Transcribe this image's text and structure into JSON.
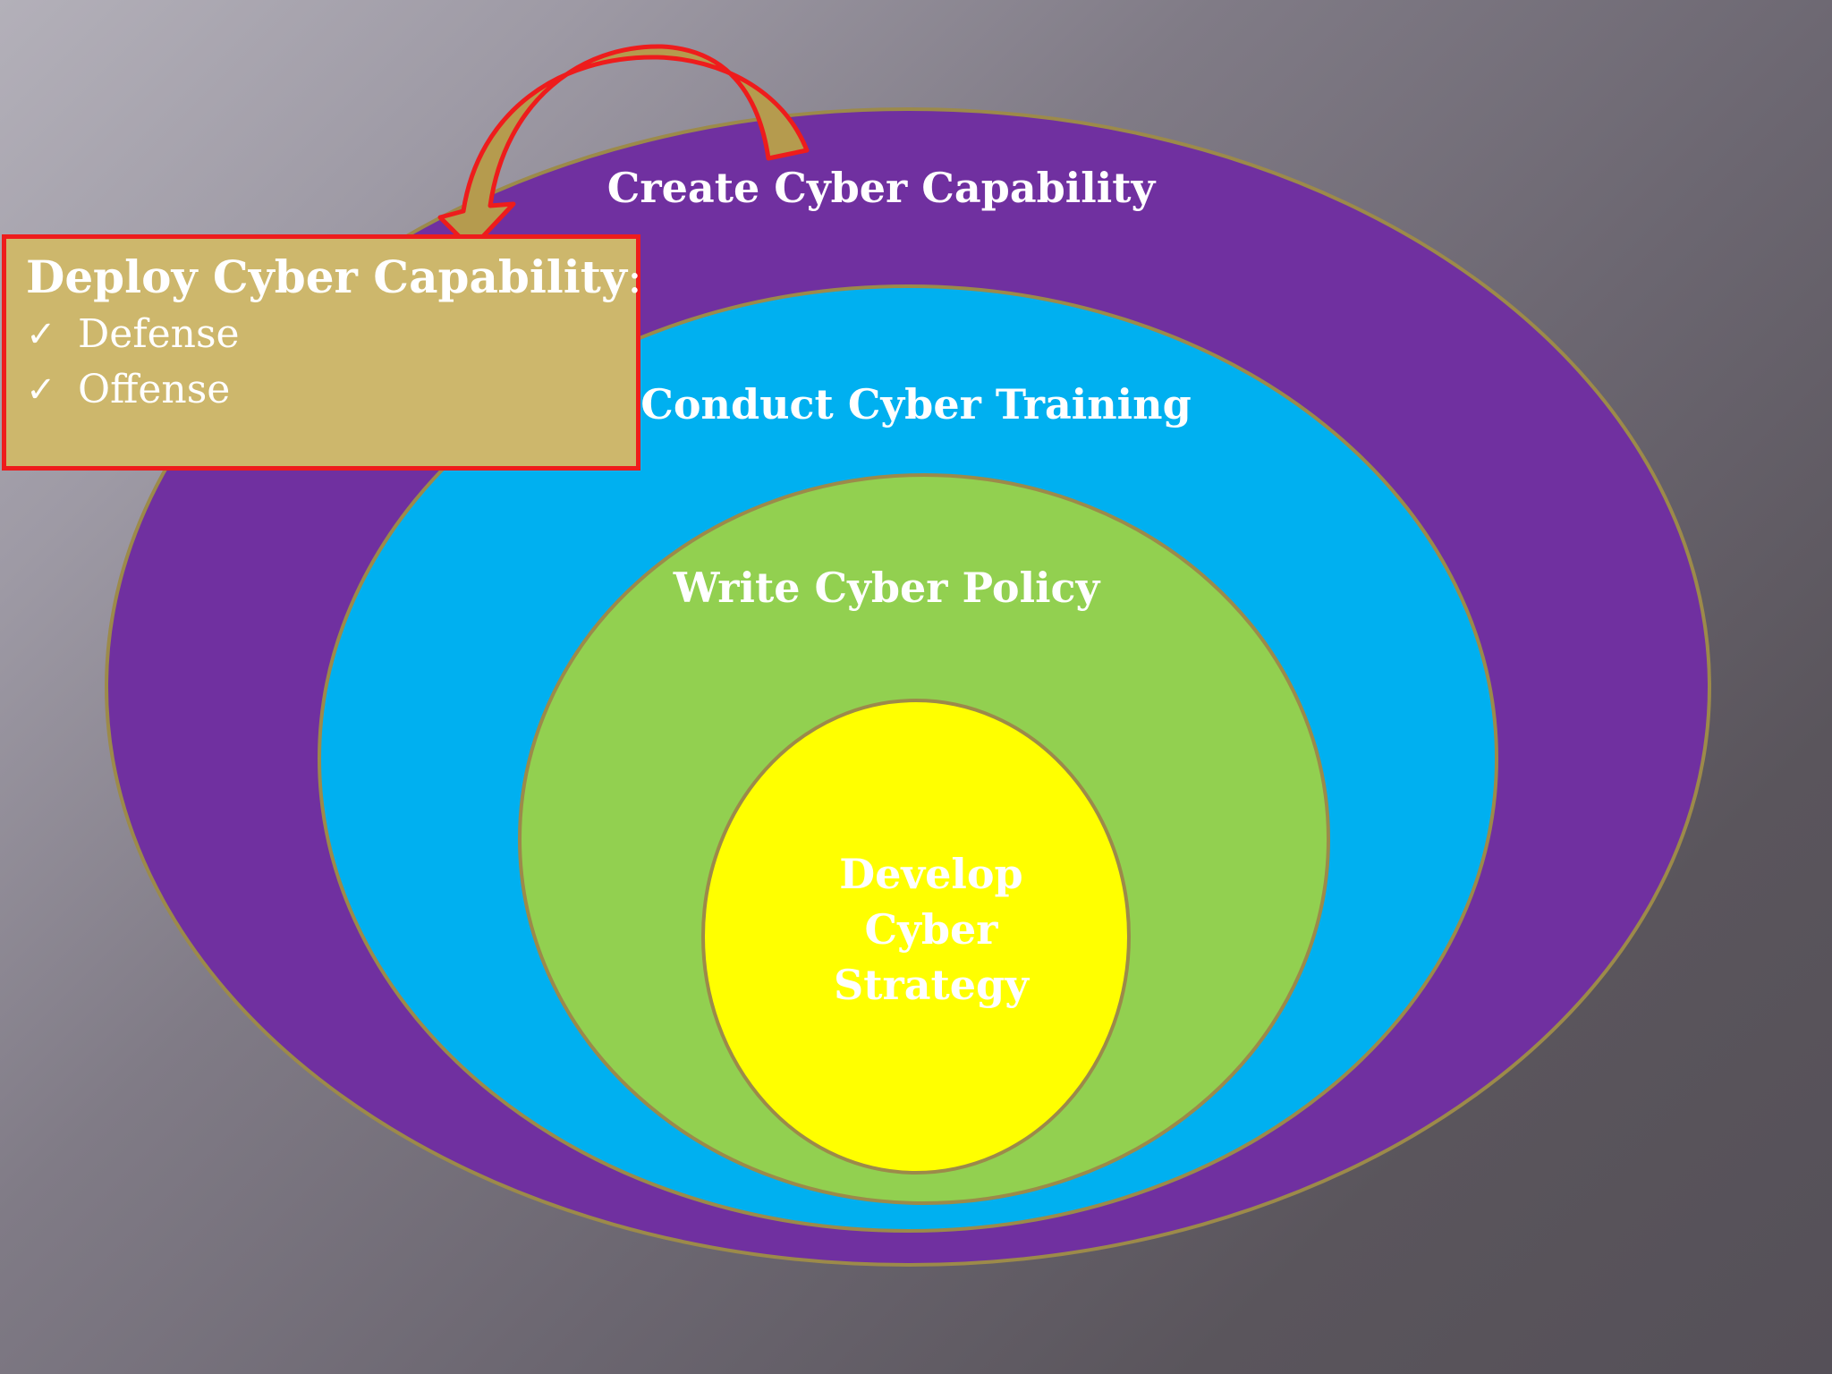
{
  "colors": {
    "outer_ring": "#7030a0",
    "training_ring": "#00b0f0",
    "policy_ring": "#92d050",
    "strategy_core": "#ffff00",
    "ring_border": "#9c8a4a",
    "deploy_box_fill": "#cdb76c",
    "deploy_box_border": "#ee1c1c",
    "arrow_fill": "#b59b4e",
    "text": "#ffffff"
  },
  "diagram": {
    "rings": [
      {
        "label": "Create Cyber Capability"
      },
      {
        "label": "Conduct Cyber Training"
      },
      {
        "label": "Write Cyber Policy"
      },
      {
        "label_lines": [
          "Develop",
          "Cyber",
          "Strategy"
        ]
      }
    ],
    "deploy_box": {
      "title": "Deploy Cyber Capability",
      "title_suffix": ":",
      "check_icon": "checkmark-icon",
      "check_glyph": "✓",
      "items": [
        "Defense",
        "Offense"
      ]
    },
    "arrow_icon": "curved-arrow-icon"
  }
}
